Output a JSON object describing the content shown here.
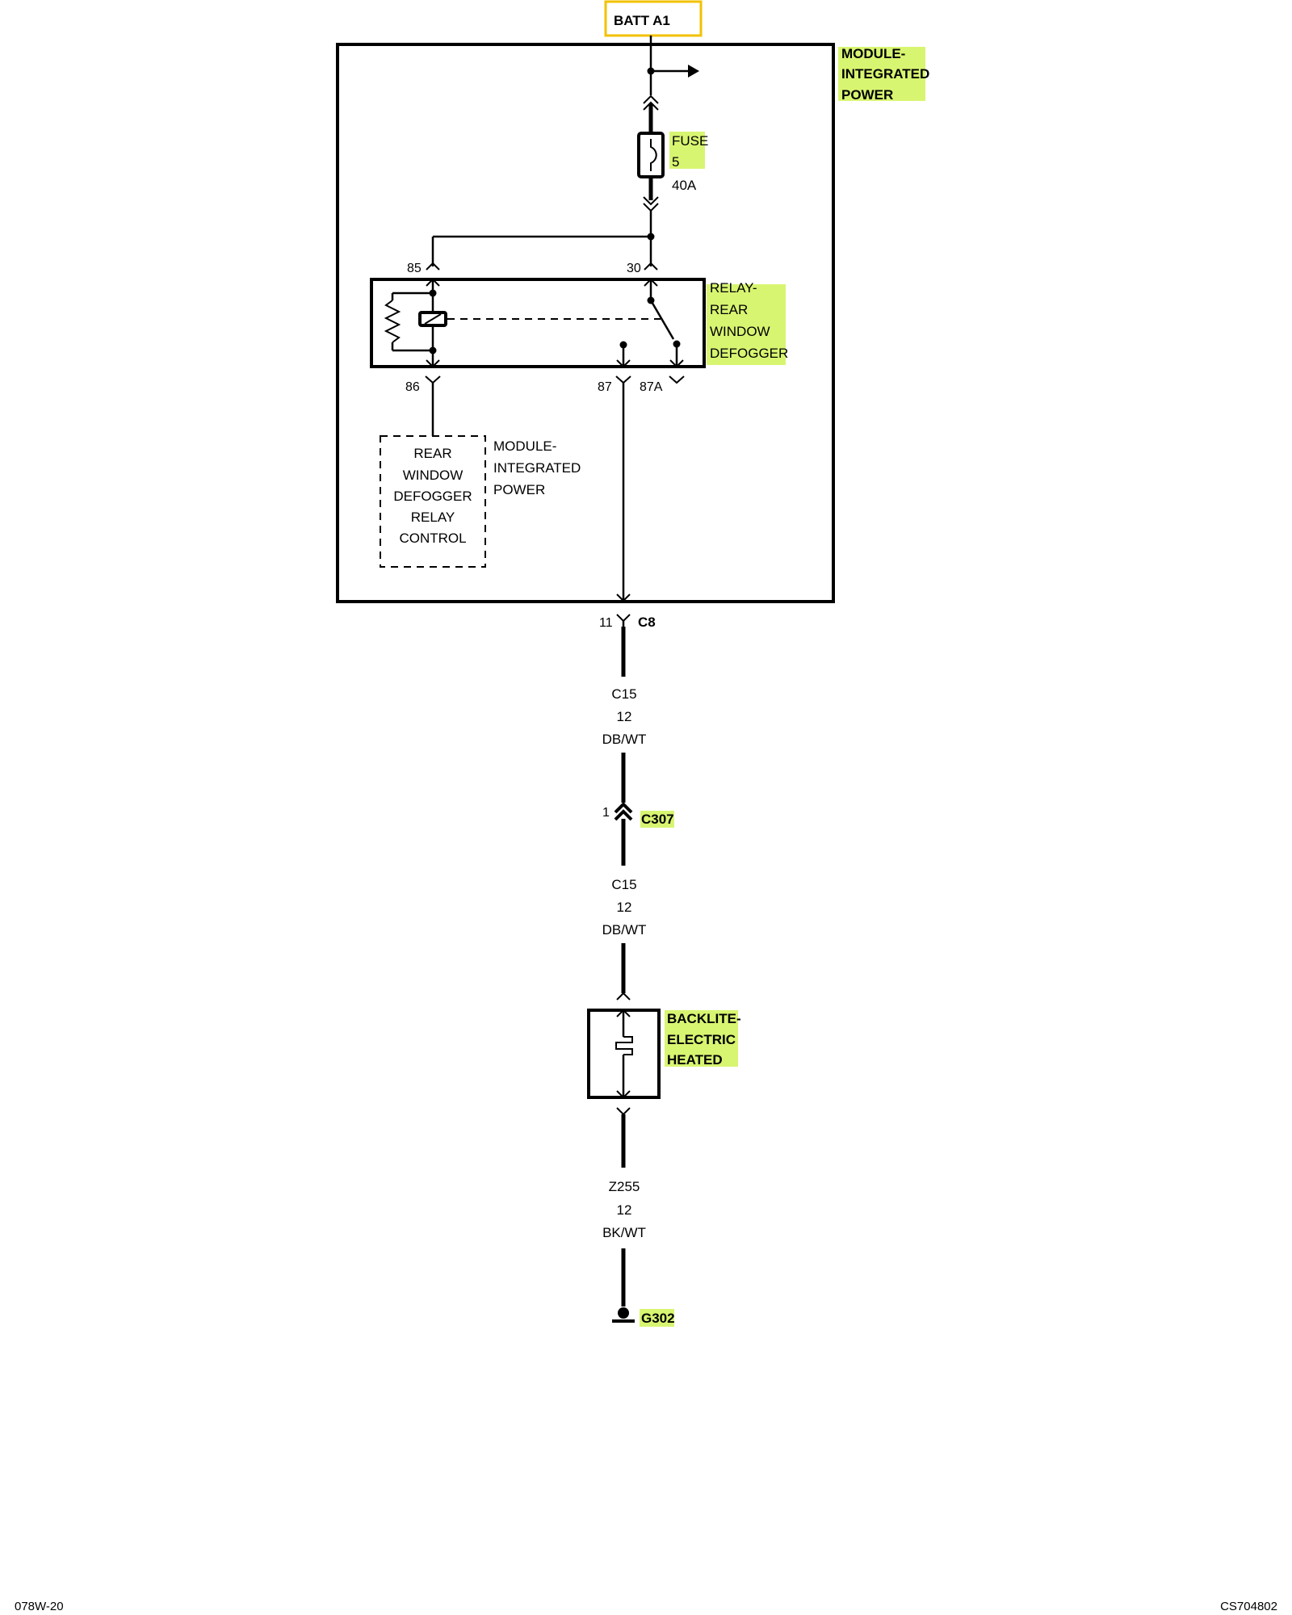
{
  "power_source": "BATT A1",
  "module": {
    "name": [
      "MODULE-",
      "INTEGRATED",
      "POWER"
    ]
  },
  "fuse": {
    "name": [
      "FUSE",
      "5"
    ],
    "rating": "40A"
  },
  "relay": {
    "name": [
      "RELAY-",
      "REAR",
      "WINDOW",
      "DEFOGGER"
    ],
    "pins": {
      "p85": "85",
      "p30": "30",
      "p86": "86",
      "p87": "87",
      "p87a": "87A"
    }
  },
  "control": {
    "name": [
      "REAR",
      "WINDOW",
      "DEFOGGER",
      "RELAY",
      "CONTROL"
    ],
    "module": [
      "MODULE-",
      "INTEGRATED",
      "POWER"
    ]
  },
  "connector_c8": {
    "pin": "11",
    "name": "C8"
  },
  "wire1": {
    "circuit": "C15",
    "gauge": "12",
    "color": "DB/WT"
  },
  "connector_c307": {
    "pin": "1",
    "name": "C307"
  },
  "wire2": {
    "circuit": "C15",
    "gauge": "12",
    "color": "DB/WT"
  },
  "backlite": {
    "name": [
      "BACKLITE-",
      "ELECTRIC",
      "HEATED"
    ]
  },
  "wire3": {
    "circuit": "Z255",
    "gauge": "12",
    "color": "BK/WT"
  },
  "ground": {
    "name": "G302"
  },
  "footer": {
    "left": "078W-20",
    "right": "CS704802"
  },
  "colors": {
    "highlight": "#d8f571",
    "power_box_border": "#f2c200"
  }
}
